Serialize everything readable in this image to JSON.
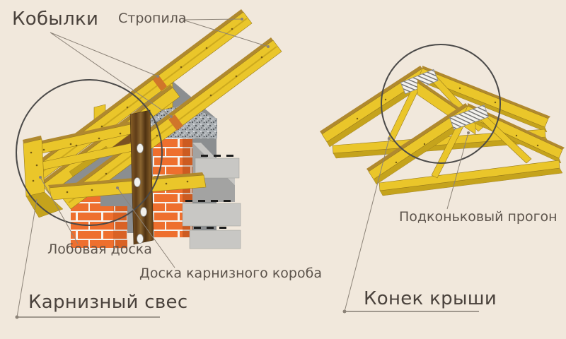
{
  "diagram": {
    "background": "#f1e8dc",
    "left_figure": {
      "name": "eave-detail",
      "labels": {
        "kobylki": "Кобылки",
        "stropila": "Стропила",
        "lobovaya_doska": "Лобовая доска",
        "doska_karniznogo_koroba": "Доска карнизного короба",
        "karnizny_sves": "Карнизный свес"
      }
    },
    "right_figure": {
      "name": "ridge-detail",
      "labels": {
        "podkonkovy_progon": "Подконьковый прогон",
        "konek_kryshi": "Конек крыши"
      }
    },
    "colors": {
      "wood_yellow": "#eac62a",
      "wood_shadow": "#c5a31c",
      "wood_top": "#b0892f",
      "wood_stroke": "#97791a",
      "splice_orange": "#d0752a",
      "brick_orange": "#ee6f2e",
      "mortar_white": "#f6f3ee",
      "wall_gray": "#8b8e90",
      "concrete_gray": "#a3a3a2",
      "block_gray": "#c8c7c4",
      "post_brown": "#6e4a20",
      "gravel_gray": "#a9aeb2",
      "circle_stroke": "#4b4a49",
      "leader_line": "#8c8378",
      "underline": "#6f675f",
      "text_dark": "#4a423c",
      "text_gray": "#5d544c",
      "nail": "#775d14"
    }
  }
}
